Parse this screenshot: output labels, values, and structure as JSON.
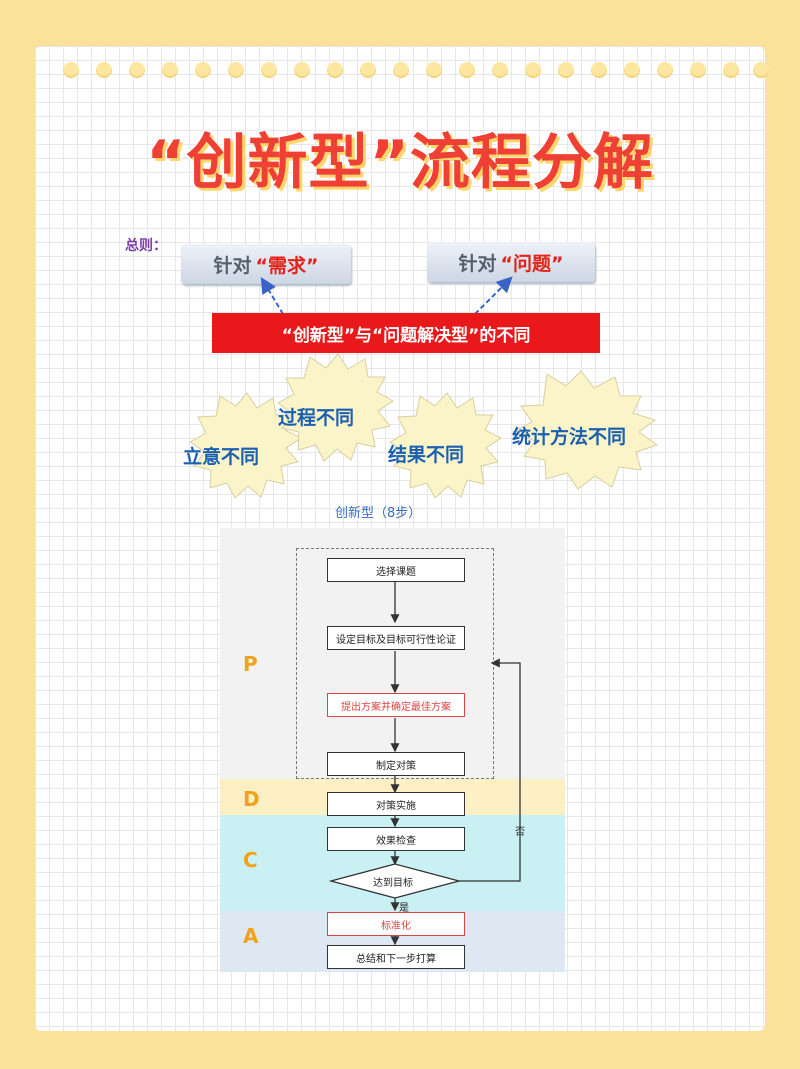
{
  "title": "“创新型”流程分解",
  "principle": {
    "label": "总则：",
    "left_box": {
      "prefix": "针对",
      "highlight": "“需求”"
    },
    "right_box": {
      "prefix": "针对",
      "highlight": "“问题”"
    },
    "banner": "“创新型”与“问题解决型”的不同"
  },
  "differences": [
    "立意不同",
    "过程不同",
    "结果不同",
    "统计方法不同"
  ],
  "flowchart": {
    "title": "创新型（8步）",
    "phases": [
      {
        "label": "P",
        "color": "#f2f2f2"
      },
      {
        "label": "D",
        "color": "#fdefc4"
      },
      {
        "label": "C",
        "color": "#c9f1f4"
      },
      {
        "label": "A",
        "color": "#dde8f3"
      }
    ],
    "steps": [
      {
        "text": "选择课题",
        "highlight": false
      },
      {
        "text": "设定目标及目标可行性论证",
        "highlight": false
      },
      {
        "text": "提出方案并确定最佳方案",
        "highlight": true
      },
      {
        "text": "制定对策",
        "highlight": false
      },
      {
        "text": "对策实施",
        "highlight": false
      },
      {
        "text": "效果检查",
        "highlight": false
      }
    ],
    "decision": "达到目标",
    "no_label": "否",
    "yes_label": "是",
    "post_steps": [
      {
        "text": "标准化",
        "highlight": true
      },
      {
        "text": "总结和下一步打算",
        "highlight": false
      }
    ]
  },
  "colors": {
    "background": "#fbe29a",
    "title": "#ef4035",
    "banner": "#e8181b",
    "burst_fill": "#fcf4c9",
    "burst_text": "#1a5fb0",
    "phase_label": "#f2a11a"
  }
}
